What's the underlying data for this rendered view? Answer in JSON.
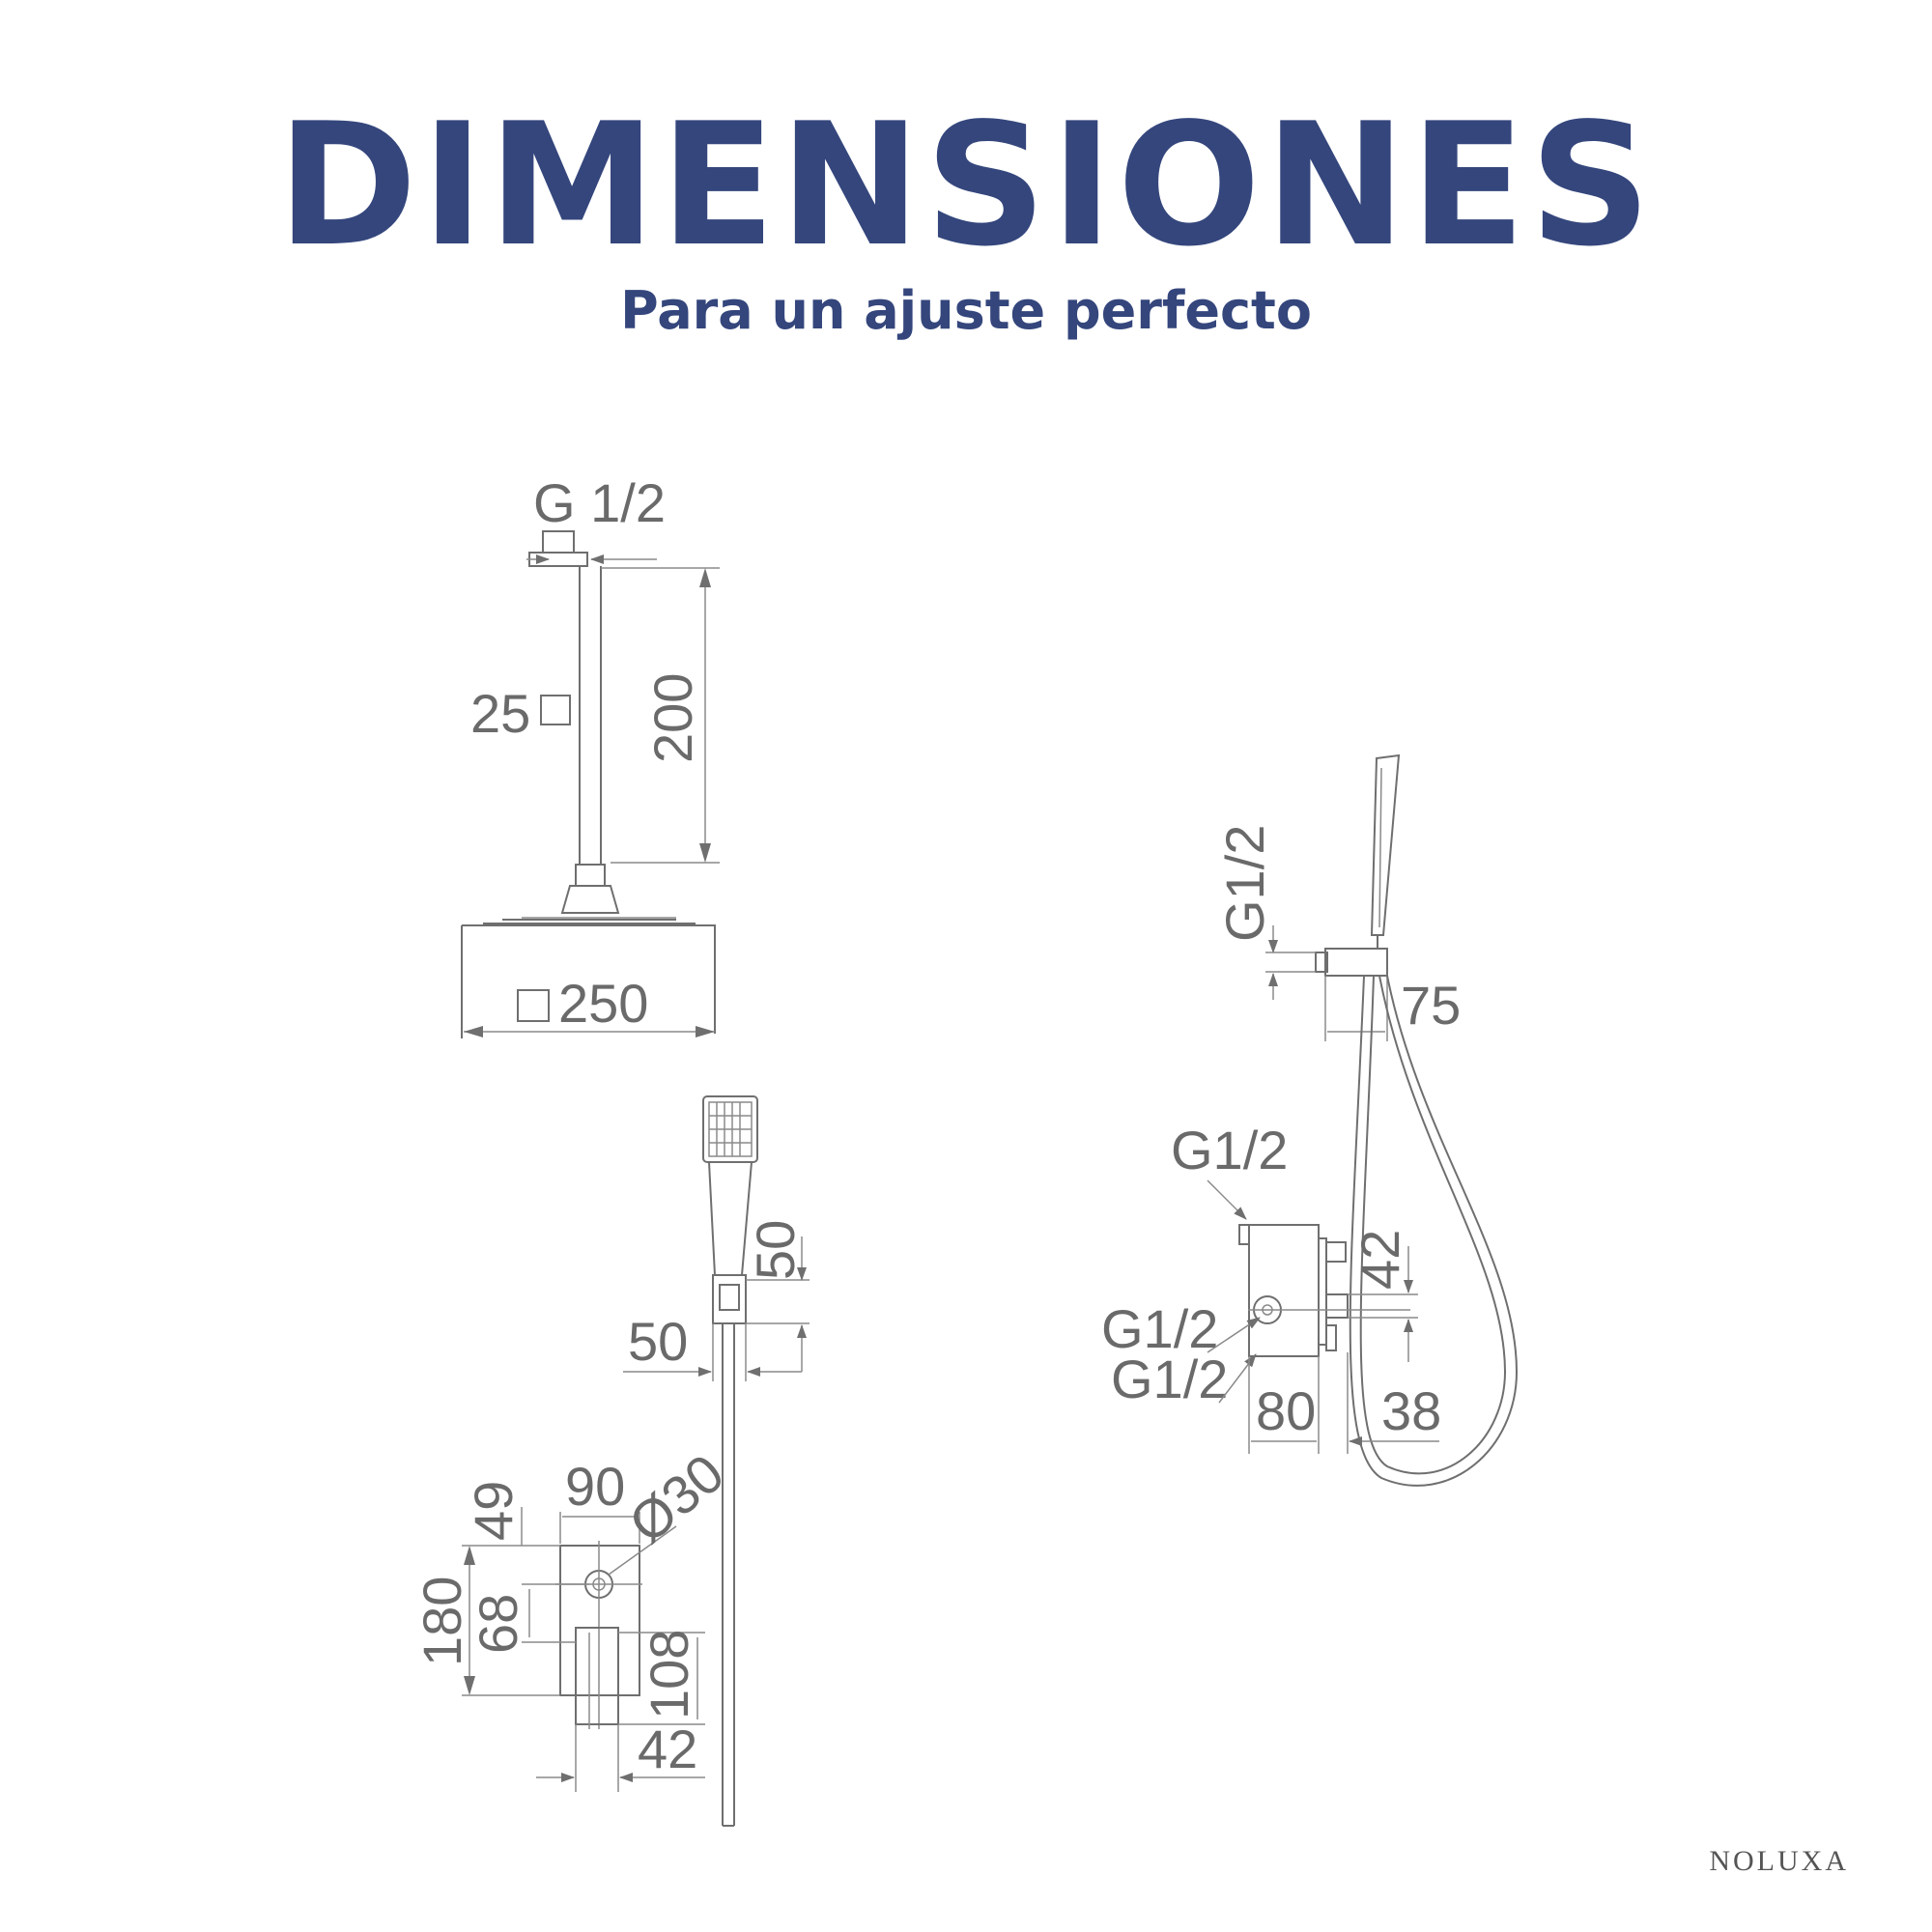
{
  "header": {
    "title": "DIMENSIONES",
    "subtitle": "Para un ajuste perfecto"
  },
  "brand": "NOLUXA",
  "colors": {
    "title": "#34467c",
    "drawing": "#6f6f6f",
    "background": "#ffffff"
  },
  "overhead_shower": {
    "inlet": "G 1/2",
    "arm_section": "25",
    "arm_length": "200",
    "head_size": "250"
  },
  "front_view": {
    "holder_height": "50",
    "holder_depth": "50",
    "plate_width": "90",
    "knob_diameter": "Ø30",
    "top_offset": "49",
    "total_height": "180",
    "knob_height": "68",
    "lever_height": "108",
    "lever_width": "42"
  },
  "side_view": {
    "outlet_thread": "G1/2",
    "outlet_depth": "75",
    "body_thread": "G1/2",
    "inlet_thread_1": "G1/2",
    "inlet_thread_2": "G1/2",
    "body_offset": "42",
    "body_depth": "80",
    "cover_depth": "38"
  }
}
